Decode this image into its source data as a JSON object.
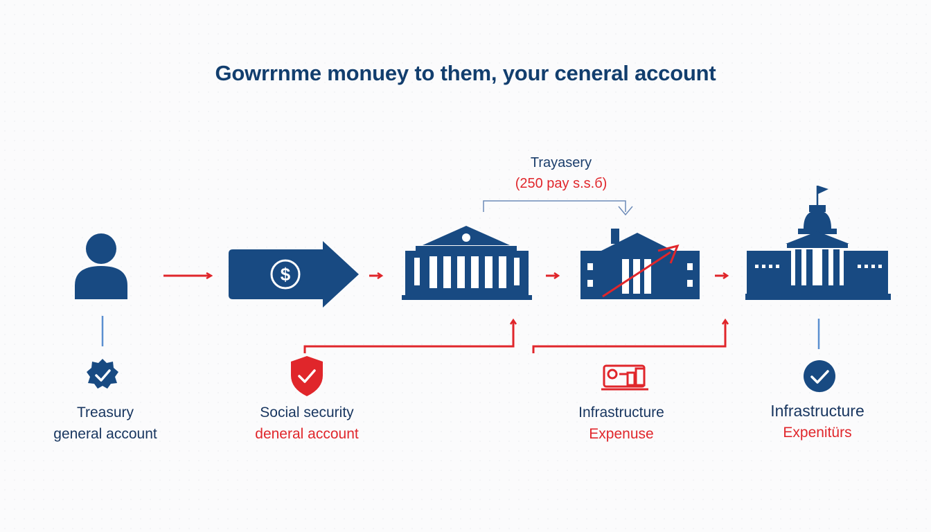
{
  "title": "Gowrrnme monuey to them, your ceneral account",
  "annotation": {
    "title": "Trayasery",
    "subtitle": "(250 pay s.s.б)"
  },
  "nodes": [
    {
      "line1": "Treasury",
      "line2": "general account",
      "line2_color": "navy",
      "icon": "badge-check-icon"
    },
    {
      "line1": "Social security",
      "line2": "deneral account",
      "line2_color": "red",
      "icon": "shield-check-icon"
    },
    {
      "line1": "Infrastructure",
      "line2": "Expenuse",
      "line2_color": "red",
      "icon": "cash-register-icon"
    },
    {
      "line1": "Infrastructure",
      "line2": "Expenitürs",
      "line2_color": "red",
      "icon": "circle-check-icon"
    }
  ],
  "colors": {
    "navy": "#184a82",
    "red": "#e0262b",
    "text": "#17355f"
  }
}
